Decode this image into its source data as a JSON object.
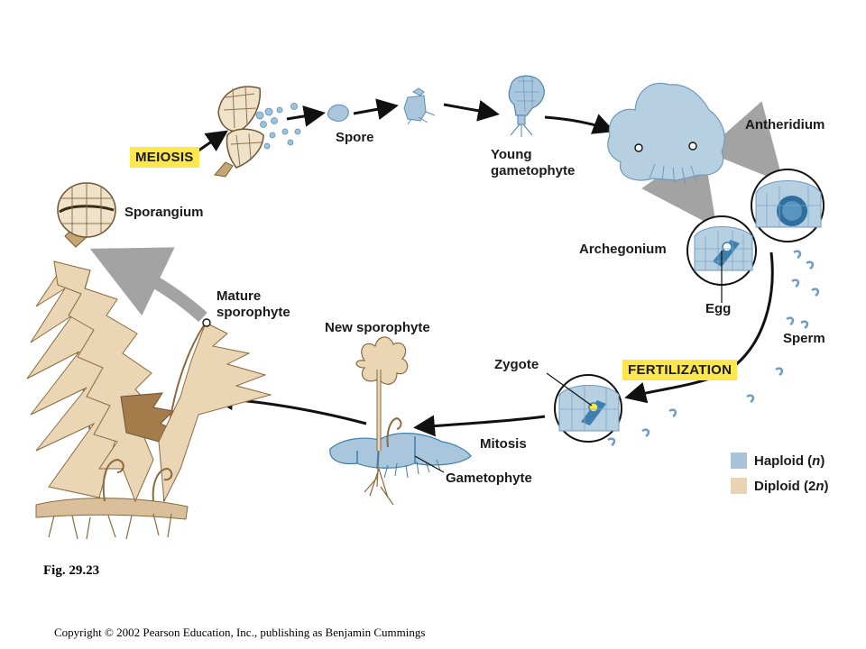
{
  "labels": {
    "spore": "Spore",
    "young_gametophyte_line1": "Young",
    "young_gametophyte_line2": "gametophyte",
    "antheridium": "Antheridium",
    "meiosis": "MEIOSIS",
    "sporangium": "Sporangium",
    "archegonium": "Archegonium",
    "egg": "Egg",
    "sperm": "Sperm",
    "mature_sporophyte_line1": "Mature",
    "mature_sporophyte_line2": "sporophyte",
    "new_sporophyte": "New sporophyte",
    "zygote": "Zygote",
    "fertilization": "FERTILIZATION",
    "mitosis": "Mitosis",
    "gametophyte": "Gametophyte"
  },
  "legend": {
    "haploid": {
      "label": "Haploid (n)",
      "color": "#a9c4d8"
    },
    "diploid": {
      "label": "Diploid (2n)",
      "color": "#e9d3b2"
    }
  },
  "colors": {
    "haploid": "#b7d0e2",
    "haploid_dark": "#3f7fae",
    "diploid": "#ead5b5",
    "diploid_dark": "#8a6a3e",
    "arrow_black": "#111111",
    "arrow_gray": "#a3a3a3",
    "highlight": "#fde74c"
  },
  "figure": "Fig. 29.23",
  "copyright": "Copyright © 2002 Pearson Education, Inc., publishing as Benjamin Cummings"
}
